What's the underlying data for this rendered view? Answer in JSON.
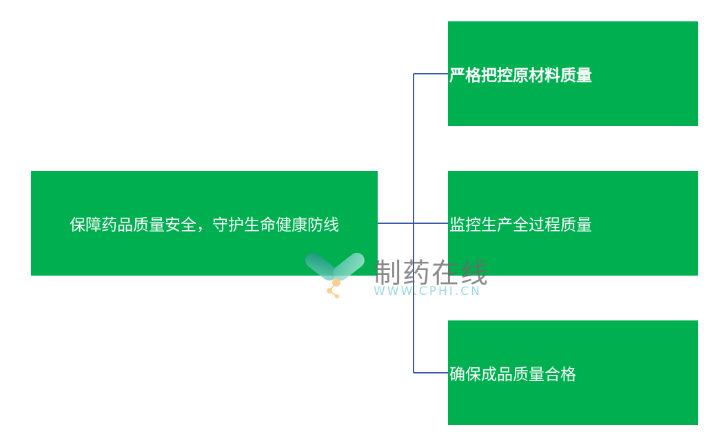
{
  "diagram": {
    "root": {
      "label": "保障药品质量安全，守护生命健康防线"
    },
    "children": [
      {
        "label": "严格把控原材料质量"
      },
      {
        "label": "监控生产全过程质量"
      },
      {
        "label": "确保成品质量合格"
      }
    ],
    "colors": {
      "box_fill": "#00b050",
      "box_text": "#ffffff",
      "connector": "#3b5aa6"
    }
  },
  "watermark": {
    "title": "制药在线",
    "url": "WWW.CPHI.CN",
    "logo_icon": "capsule-molecule-logo-icon"
  }
}
